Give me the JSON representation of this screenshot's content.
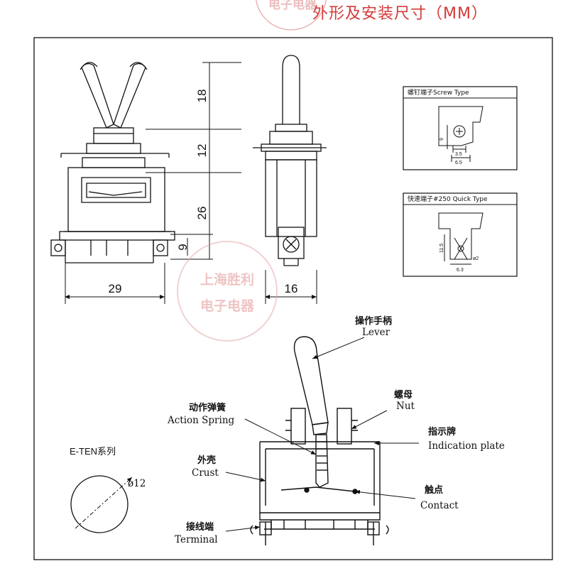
{
  "header": {
    "title": "外形及安装尺寸（MM）",
    "watermark_top": "电子电器"
  },
  "watermark": {
    "line1": "上海胜利",
    "line2": "电子电器"
  },
  "dimensions": {
    "lever_height": "18",
    "bushing_height": "12",
    "body_height": "26",
    "terminal_offset": "9",
    "body_width": "29",
    "side_width": "16"
  },
  "screw_type": {
    "title": "螺钉端子Screw Type",
    "dim_height": "9",
    "dim_inner": "3.5",
    "dim_outer": "6.5"
  },
  "quick_type": {
    "title": "快速端子#250 Quick Type",
    "dim_height": "11.5",
    "dim_hole": "ø2",
    "dim_width": "6.3"
  },
  "series": {
    "label": "E-TEN系列",
    "hole": "ø12"
  },
  "parts": {
    "lever_cn": "操作手柄",
    "lever_en": "Lever",
    "nut_cn": "螺母",
    "nut_en": "Nut",
    "plate_cn": "指示牌",
    "plate_en": "Indication plate",
    "spring_cn": "动作弹簧",
    "spring_en": "Action Spring",
    "crust_cn": "外壳",
    "crust_en": "Crust",
    "contact_cn": "触点",
    "contact_en": "Contact",
    "terminal_cn": "接线端",
    "terminal_en": "Terminal"
  },
  "colors": {
    "title": "#d43a3a",
    "watermark": "#e08a8a",
    "line": "#111111"
  }
}
